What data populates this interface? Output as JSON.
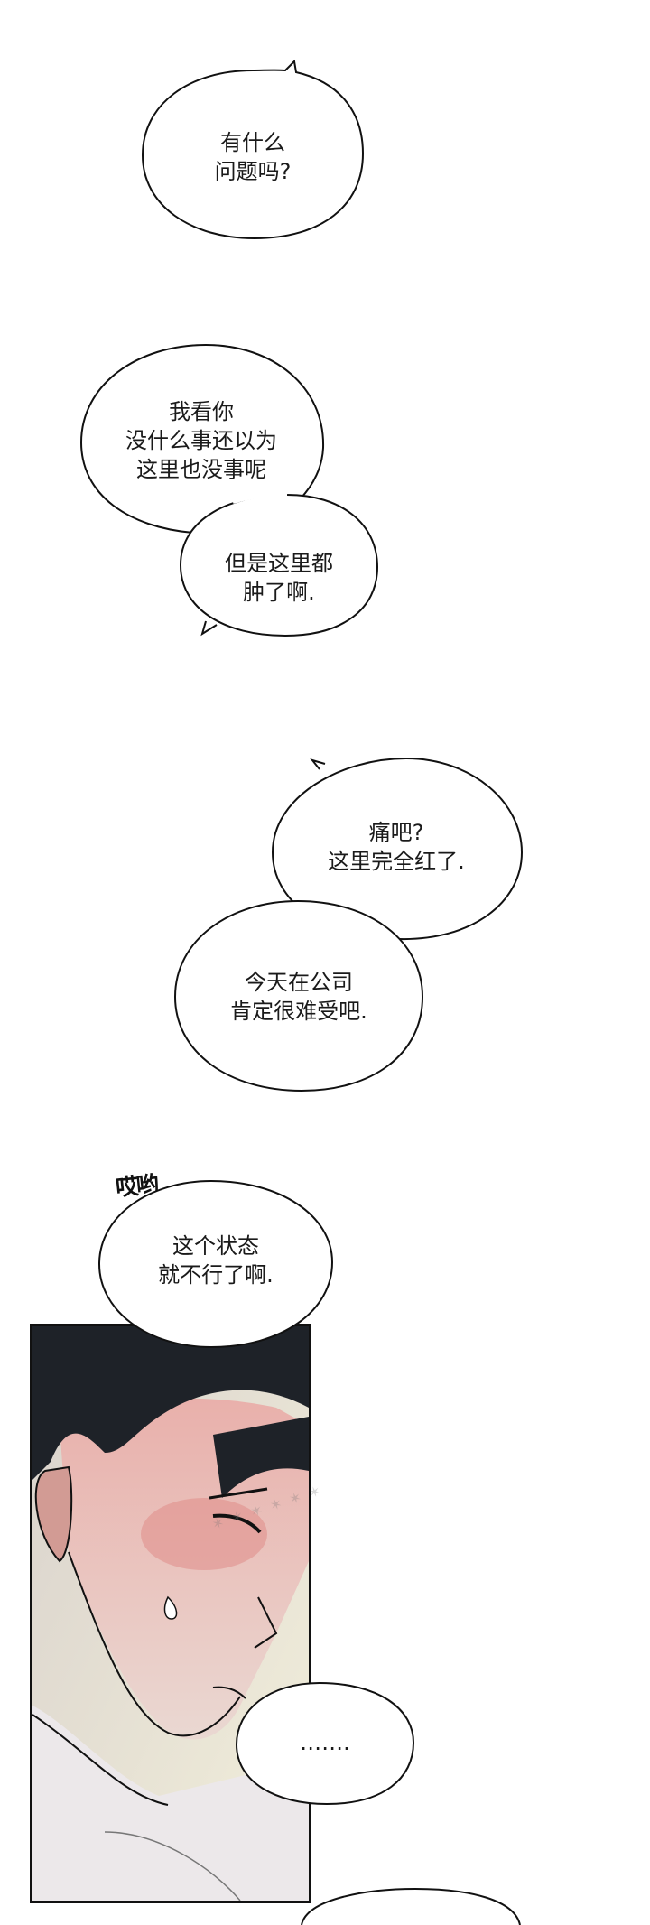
{
  "bubbles": {
    "b1": "有什么\n问题吗?",
    "b2": "我看你\n没什么事还以为\n这里也没事呢",
    "b3": "但是这里都\n肿了啊.",
    "b4": "痛吧?\n这里完全红了.",
    "b5": "今天在公司\n肯定很难受吧.",
    "b6": "这个状态\n就不行了啊.",
    "b7": "……."
  },
  "sfx": {
    "text": "哎哟"
  },
  "colors": {
    "ink": "#111111",
    "skin_blush": "#e7a7a3",
    "hair": "#1e2228",
    "background": "#ffffff"
  }
}
